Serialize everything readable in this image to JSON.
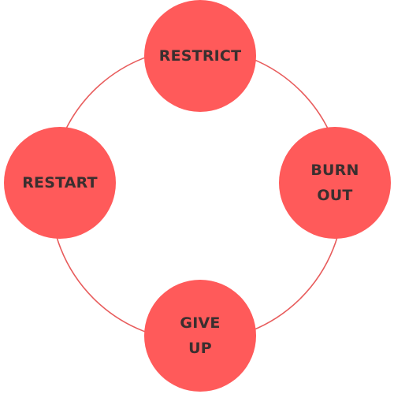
{
  "diagram": {
    "colors": {
      "node_fill": "#ff5a5a",
      "ring_stroke": "#e85c5c",
      "label_text": "#3a2f2f",
      "background": "#ffffff"
    },
    "nodes": {
      "top": {
        "label": "RESTRICT"
      },
      "right": {
        "label": "BURN\nOUT"
      },
      "bottom": {
        "label": "GIVE\nUP"
      },
      "left": {
        "label": "RESTART"
      }
    }
  }
}
